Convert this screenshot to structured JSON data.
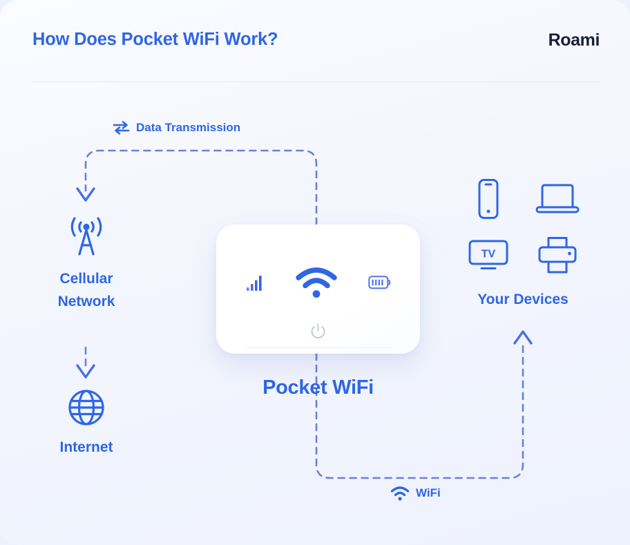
{
  "header": {
    "title": "How Does Pocket WiFi Work?",
    "brand": "Roami"
  },
  "colors": {
    "accent_blue": "#2f66e4",
    "dashed_line": "#6b7fe0",
    "brand_dark": "#1b1f35",
    "background": "#eef2fd",
    "card_white": "#ffffff",
    "divider": "#e2e7f5",
    "power_icon_grey": "#c3c9da"
  },
  "diagram": {
    "nodes": {
      "cellular": {
        "label": "Cellular\nNetwork",
        "icon": "cell-tower-icon"
      },
      "internet": {
        "label": "Internet",
        "icon": "globe-icon"
      },
      "router": {
        "label": "Pocket WiFi",
        "status_icons": [
          "signal-bars-icon",
          "wifi-icon",
          "battery-icon"
        ],
        "power_icon": "power-button-icon",
        "battery_bars": 4,
        "signal_bars": 4
      },
      "devices": {
        "label": "Your Devices",
        "items": [
          {
            "name": "smartphone-icon",
            "label": ""
          },
          {
            "name": "laptop-icon",
            "label": ""
          },
          {
            "name": "tv-icon",
            "label": "TV"
          },
          {
            "name": "printer-icon",
            "label": ""
          }
        ]
      }
    },
    "connectors": {
      "data_transmission": {
        "label": "Data Transmission",
        "icon": "exchange-arrows-icon"
      },
      "wifi": {
        "label": "WiFi",
        "icon": "wifi-small-icon"
      }
    }
  }
}
